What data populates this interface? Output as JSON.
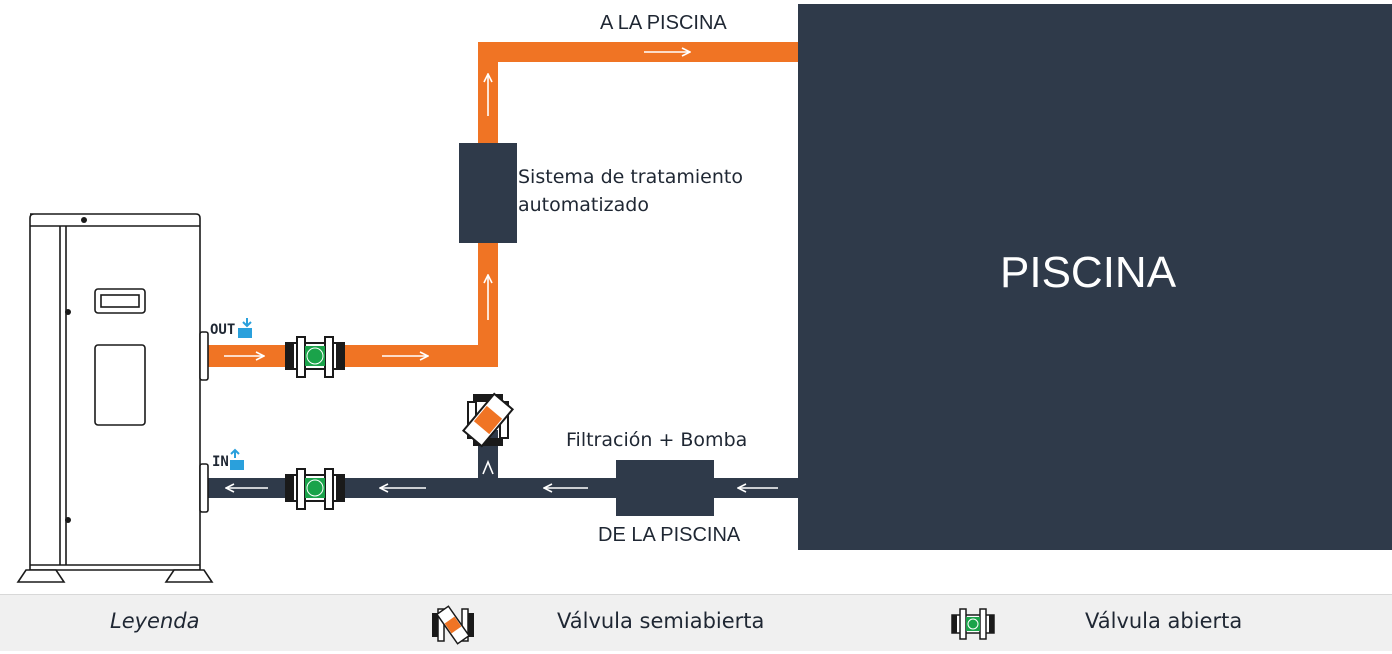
{
  "diagram": {
    "pool_label": "PISCINA",
    "to_pool_label": "A LA PISCINA",
    "from_pool_label": "DE LA PISCINA",
    "treatment_line1": "Sistema de tratamiento",
    "treatment_line2": "automatizado",
    "filtration_label": "Filtración + Bomba",
    "out_label": "OUT",
    "in_label": "IN",
    "colors": {
      "hot_pipe": "#f07424",
      "cold_pipe": "#2f3a4a",
      "pool": "#2f3a4a",
      "valve_open": "#1aa34a",
      "valve_half": "#f07424",
      "water_icon": "#2aa0dc"
    }
  },
  "legend": {
    "title": "Leyenda",
    "half_open_label": "Válvula semiabierta",
    "open_label": "Válvula abierta"
  }
}
